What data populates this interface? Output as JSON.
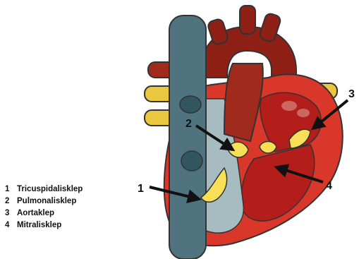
{
  "legend": [
    {
      "number": "1",
      "name": "Tricuspidalisklep"
    },
    {
      "number": "2",
      "name": "Pulmonalisklep"
    },
    {
      "number": "3",
      "name": "Aortaklep"
    },
    {
      "number": "4",
      "name": "Mitralisklep"
    }
  ],
  "callouts": [
    "1",
    "2",
    "3",
    "4"
  ],
  "colors": {
    "vena_cava": "#4f7480",
    "right_heart": "#a7bcc1",
    "myocardium": "#d9372a",
    "left_heart": "#b31e1a",
    "aorta": "#8e2016",
    "pulmonary_artery": "#a02a1c",
    "pulmonary_veins": "#e9c83f",
    "valves": "#f7df58"
  }
}
